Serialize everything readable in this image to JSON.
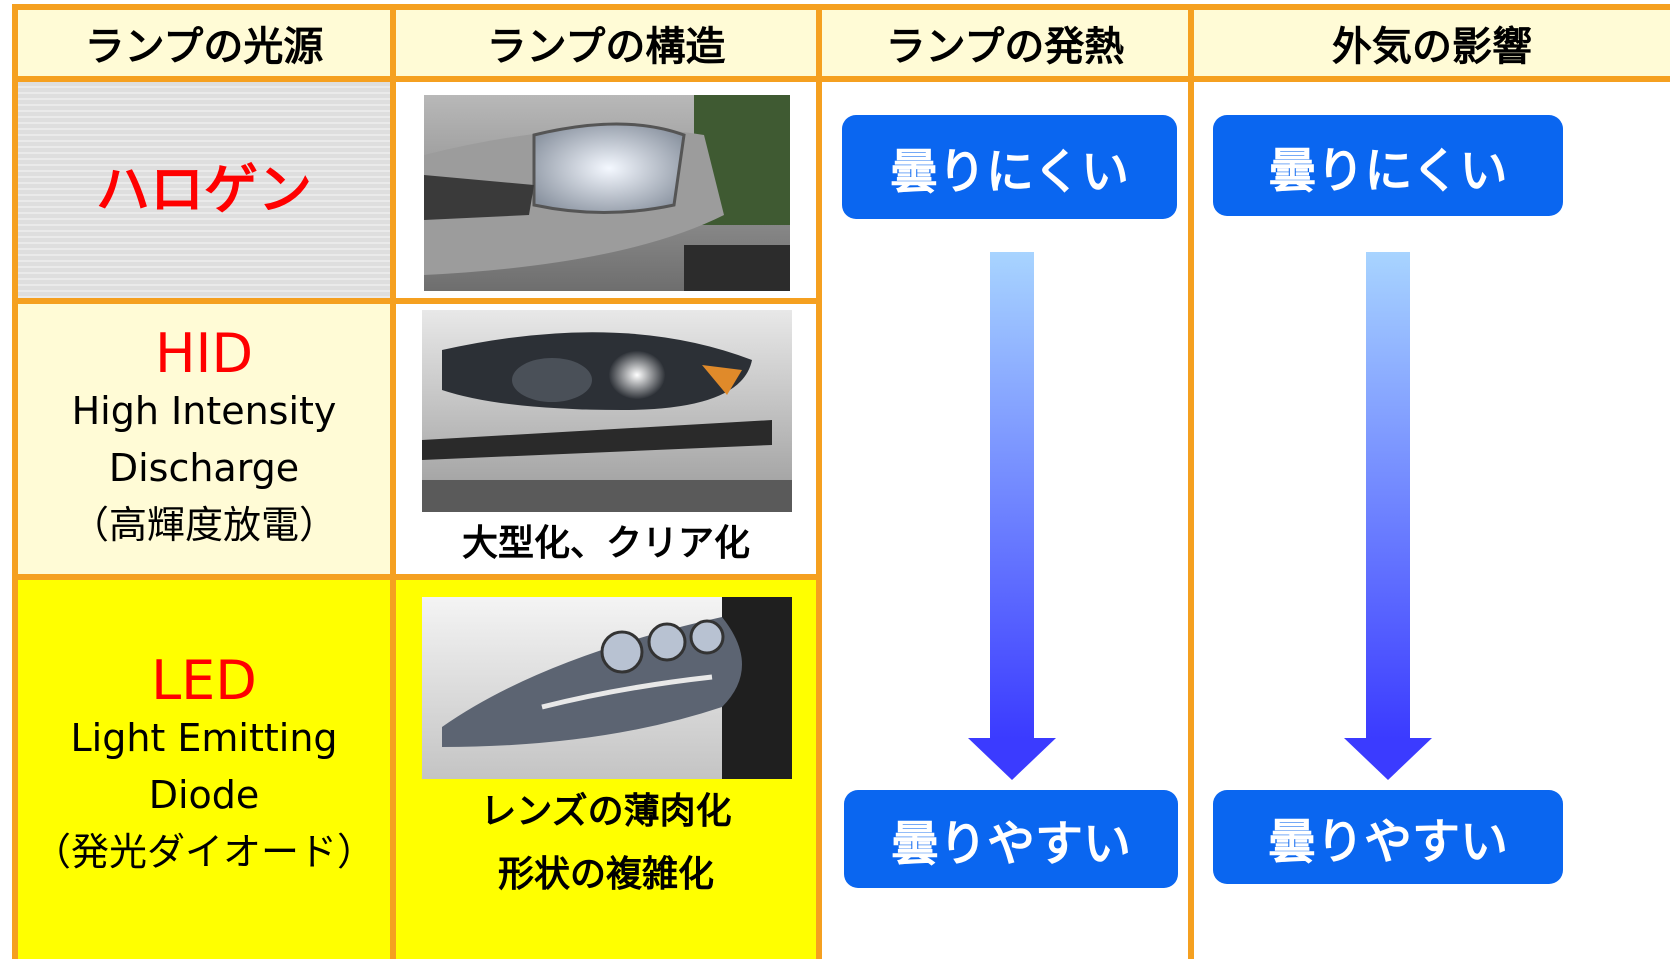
{
  "headers": {
    "col1": "ランプの光源",
    "col2": "ランプの構造",
    "col3": "ランプの発熱",
    "col4": "外気の影響"
  },
  "rows": [
    {
      "name": "ハロゲン",
      "sub": []
    },
    {
      "name": "HID",
      "sub": [
        "High Intensity",
        "Discharge",
        "（高輝度放電）"
      ]
    },
    {
      "name": "LED",
      "sub": [
        "Light Emitting",
        "Diode",
        "（発光ダイオード）"
      ]
    }
  ],
  "structure_captions": {
    "hid": "大型化、クリア化",
    "led": [
      "レンズの薄肉化",
      "形状の複雑化"
    ]
  },
  "heat": {
    "top": "曇りにくい",
    "bottom": "曇りやすい"
  },
  "outside": {
    "top": "曇りにくい",
    "bottom": "曇りやすい"
  },
  "colors": {
    "border": "#f5a020",
    "header_bg": "#fffbd6",
    "halogen_bg": "#dedede",
    "hid_bg": "#fffbd6",
    "led_bg": "#ffff00",
    "source_name": "#ff0000",
    "pill": "#0a66f0",
    "arrow_top": "#a8d4ff",
    "arrow_bottom": "#3b3bff"
  },
  "icons": {
    "arrows": "down-arrow-icon",
    "photos": "car-headlight-photo"
  }
}
